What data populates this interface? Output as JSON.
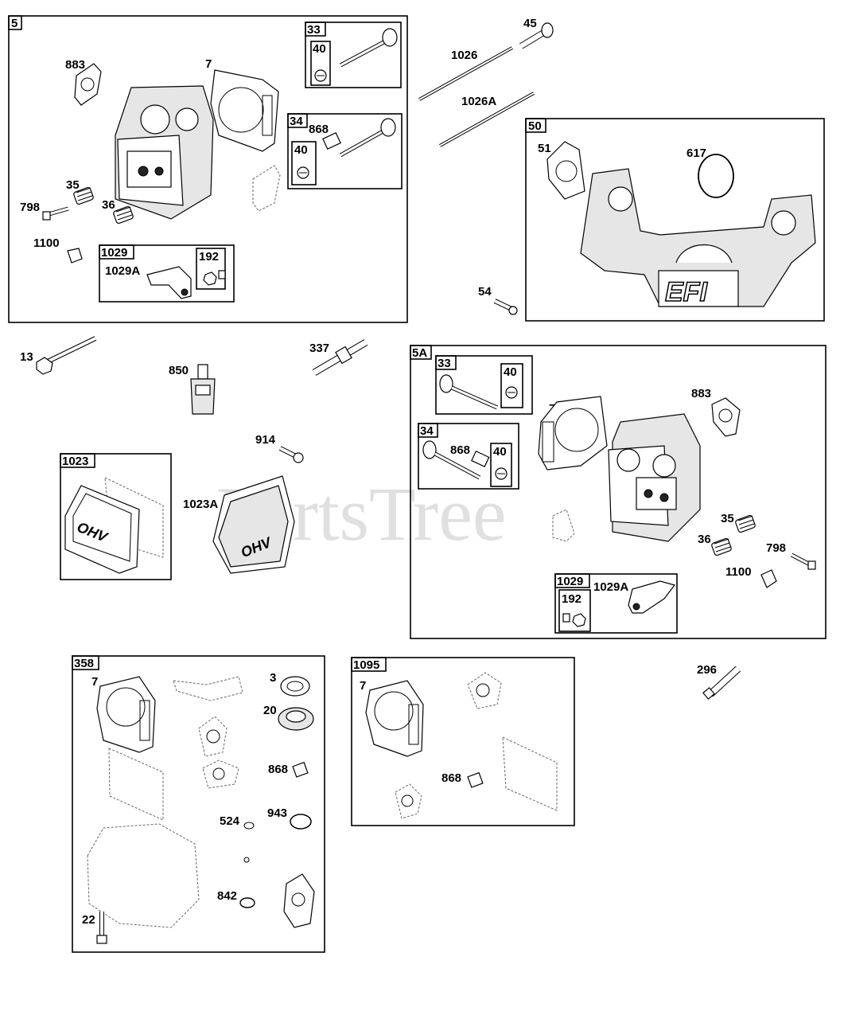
{
  "watermark": "PartsTree",
  "groups": {
    "g5": "5",
    "g33a": "33",
    "g40a": "40",
    "g34a": "34",
    "g40b": "40",
    "g1029a": "1029",
    "g192a": "192",
    "g50": "50",
    "g1023": "1023",
    "g5A": "5A",
    "g33b": "33",
    "g40c": "40",
    "g34b": "34",
    "g40d": "40",
    "g1029b": "1029",
    "g192b": "192",
    "g358": "358",
    "g1095": "1095"
  },
  "callouts": [
    {
      "id": "c883a",
      "text": "883"
    },
    {
      "id": "c7a",
      "text": "7"
    },
    {
      "id": "c868a",
      "text": "868"
    },
    {
      "id": "c35a",
      "text": "35"
    },
    {
      "id": "c798a",
      "text": "798"
    },
    {
      "id": "c36a",
      "text": "36"
    },
    {
      "id": "c1100a",
      "text": "1100"
    },
    {
      "id": "c1029Aa",
      "text": "1029A"
    },
    {
      "id": "c45",
      "text": "45"
    },
    {
      "id": "c1026",
      "text": "1026"
    },
    {
      "id": "c1026A",
      "text": "1026A"
    },
    {
      "id": "c51",
      "text": "51"
    },
    {
      "id": "c617",
      "text": "617"
    },
    {
      "id": "c54",
      "text": "54"
    },
    {
      "id": "c13",
      "text": "13"
    },
    {
      "id": "c850",
      "text": "850"
    },
    {
      "id": "c337",
      "text": "337"
    },
    {
      "id": "c914",
      "text": "914"
    },
    {
      "id": "c1023A",
      "text": "1023A"
    },
    {
      "id": "c7b",
      "text": "7"
    },
    {
      "id": "c883b",
      "text": "883"
    },
    {
      "id": "c868b",
      "text": "868"
    },
    {
      "id": "c35b",
      "text": "35"
    },
    {
      "id": "c36b",
      "text": "36"
    },
    {
      "id": "c798b",
      "text": "798"
    },
    {
      "id": "c1100b",
      "text": "1100"
    },
    {
      "id": "c1029Ab",
      "text": "1029A"
    },
    {
      "id": "c7c",
      "text": "7"
    },
    {
      "id": "c3",
      "text": "3"
    },
    {
      "id": "c20",
      "text": "20"
    },
    {
      "id": "c868c",
      "text": "868"
    },
    {
      "id": "c524",
      "text": "524"
    },
    {
      "id": "c943",
      "text": "943"
    },
    {
      "id": "c842",
      "text": "842"
    },
    {
      "id": "c22",
      "text": "22"
    },
    {
      "id": "c7d",
      "text": "7"
    },
    {
      "id": "c868d",
      "text": "868"
    },
    {
      "id": "c296",
      "text": "296"
    }
  ],
  "product_marks": {
    "ohv": "OHV",
    "efi": "EFI"
  }
}
